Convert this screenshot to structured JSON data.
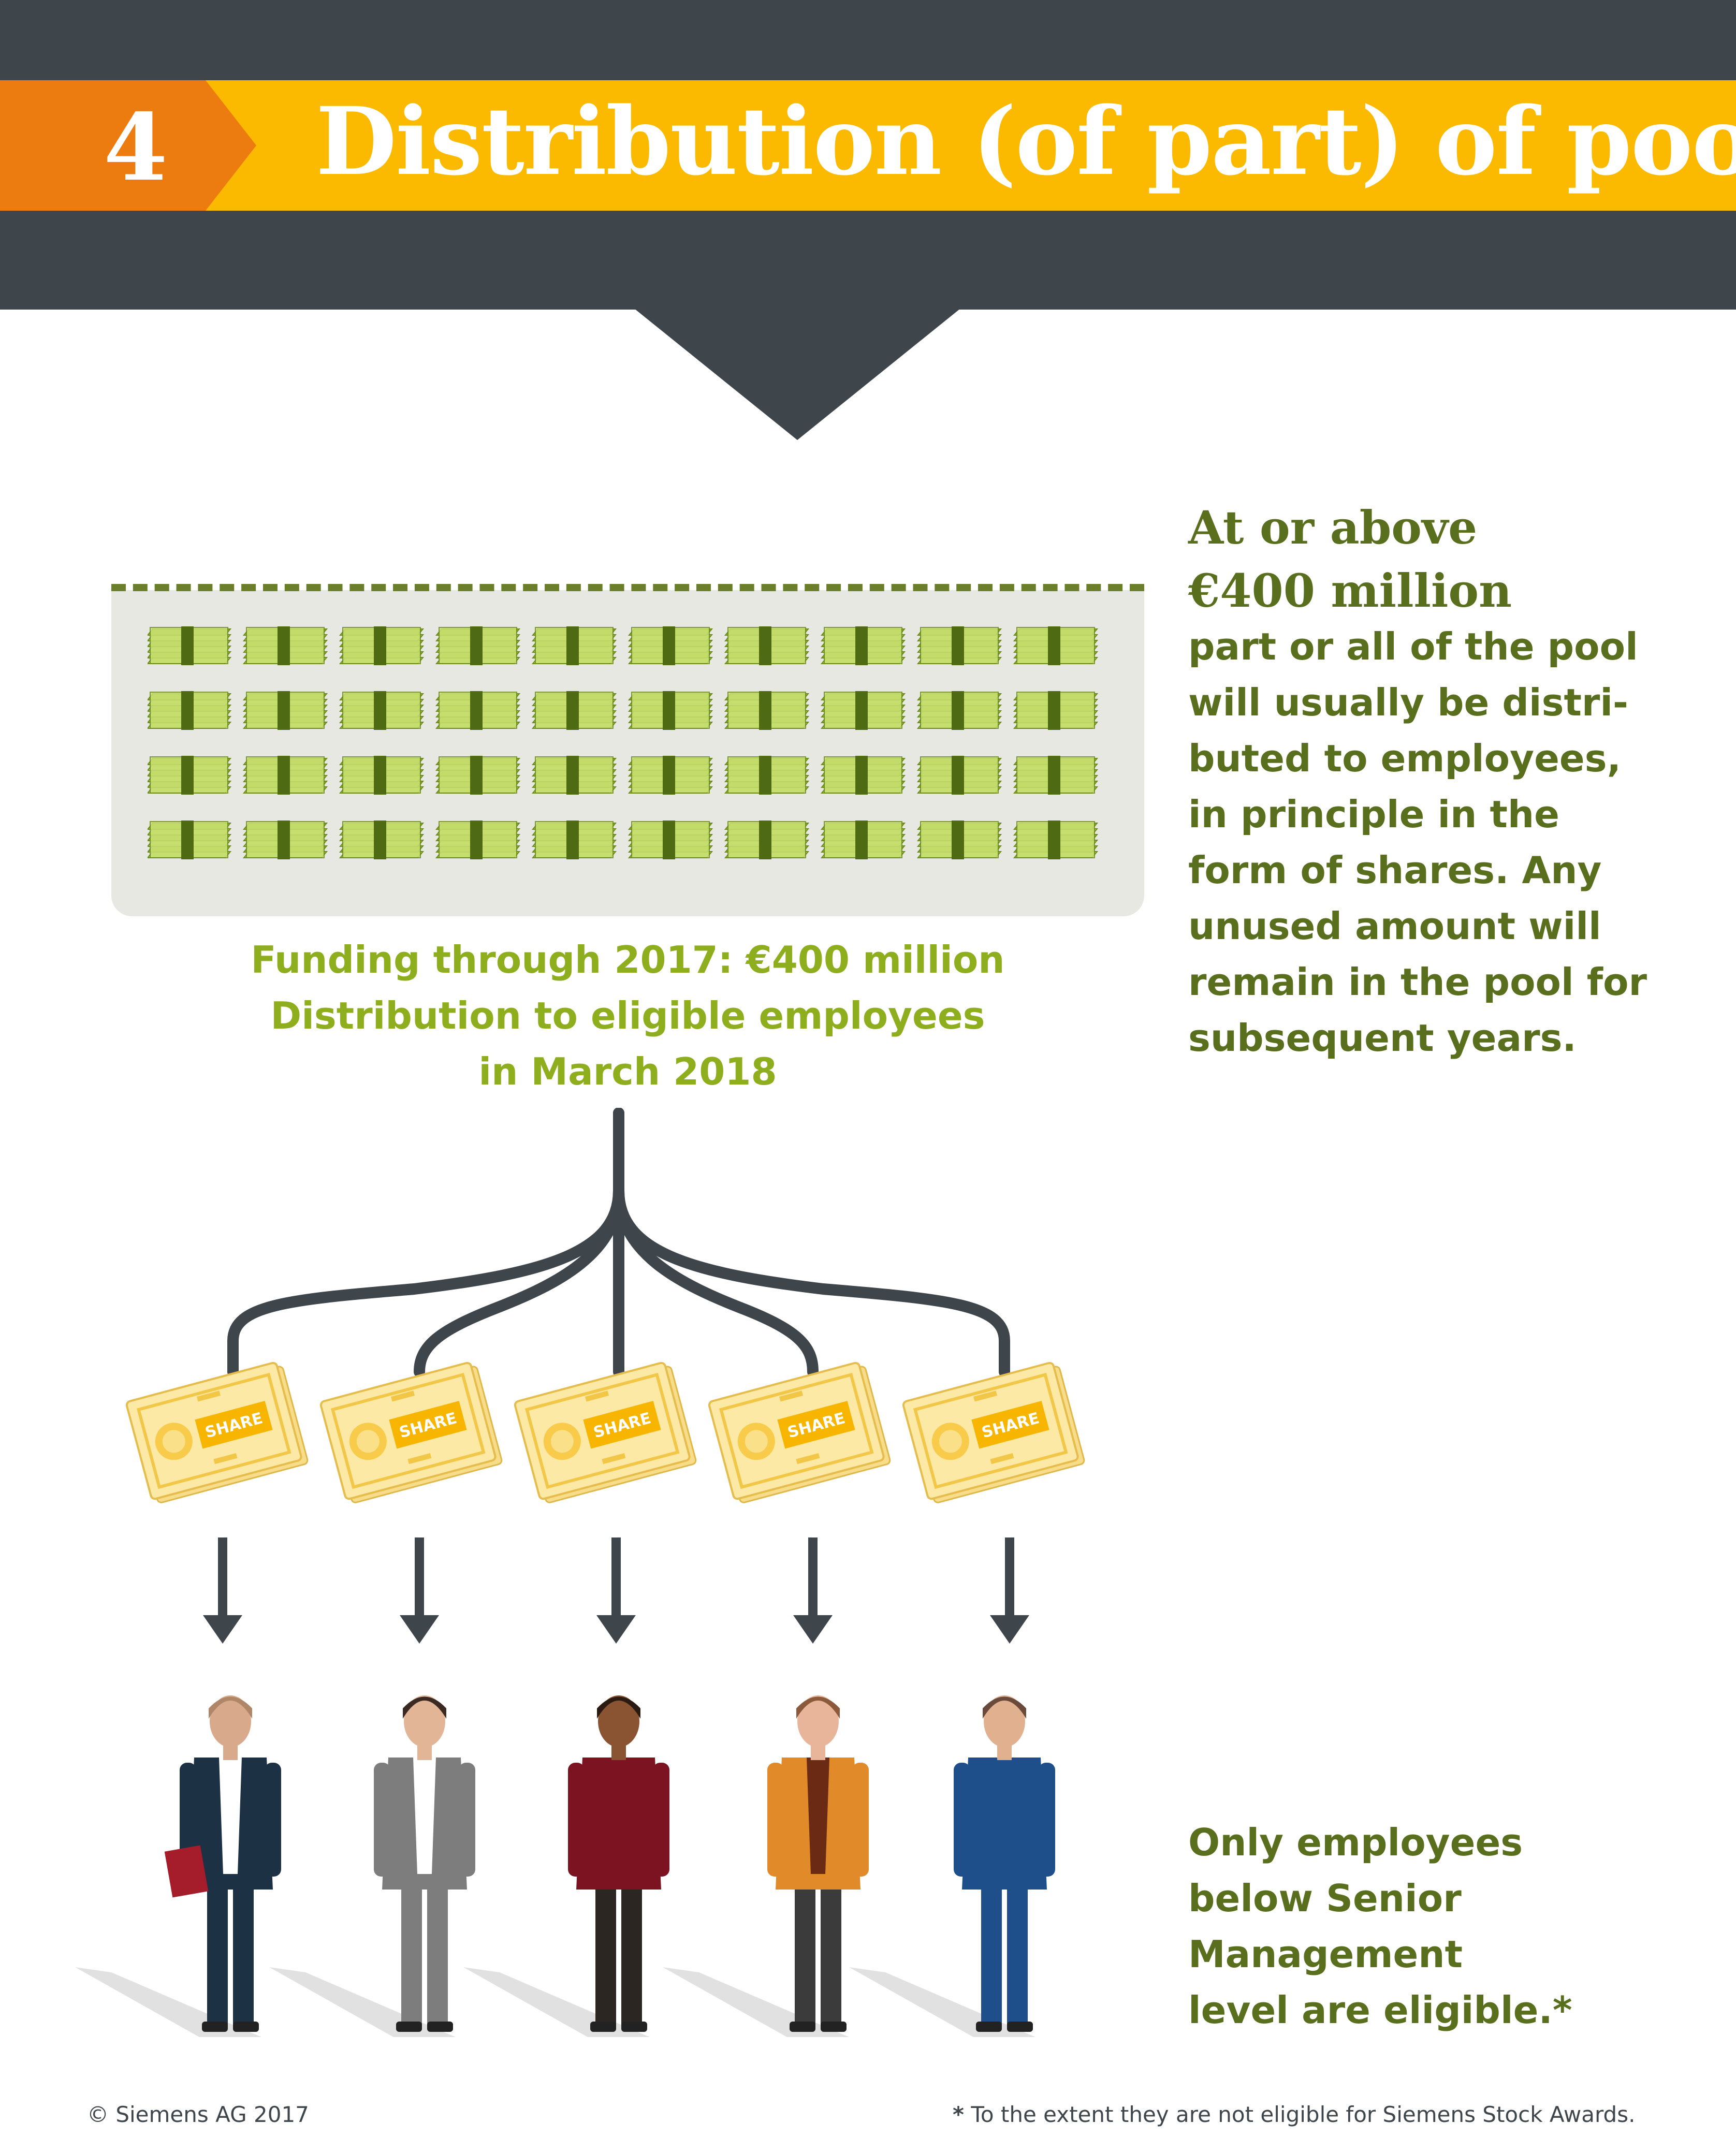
{
  "header": {
    "step_number": "4",
    "title": "Distribution (of part) of pool",
    "colors": {
      "dark": "#3e454b",
      "accent_yellow": "#fbb900",
      "accent_orange": "#ec7c10"
    }
  },
  "pool": {
    "rows": 4,
    "columns": 10,
    "icon": "money-stack-icon",
    "caption_lines": [
      "Funding through 2017: €400 million",
      "Distribution to eligible employees",
      "in March 2018"
    ]
  },
  "right_panel": {
    "heading_lines": [
      "At or above",
      "€400 million"
    ],
    "body_lines": [
      "part or all of the pool",
      "will usually be distri-",
      "buted to employees,",
      "in principle in the",
      "form of shares. Any",
      "unused amount will",
      "remain in the pool for",
      "subsequent years."
    ]
  },
  "shares": {
    "label": "SHARE",
    "count": 5,
    "icon": "share-certificate-icon"
  },
  "employees": {
    "count": 5,
    "icon": "employee-figure-icon"
  },
  "eligibility": {
    "lines": [
      "Only employees",
      "below Senior",
      "Management",
      "level are eligible.*"
    ]
  },
  "footer": {
    "copyright": "© Siemens AG 2017",
    "footnote_star": "*",
    "footnote_text": " To the extent they are not eligible for Siemens Stock Awards."
  }
}
